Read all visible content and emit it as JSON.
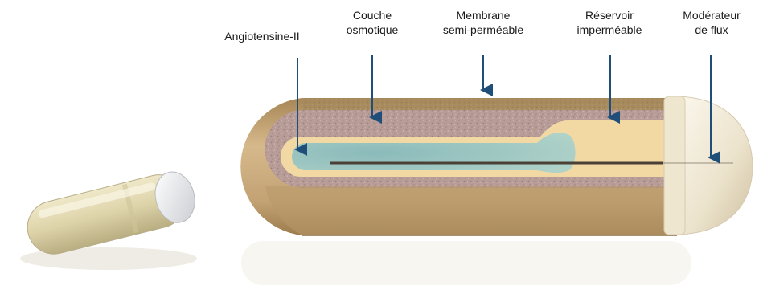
{
  "labels": {
    "angiotensine": "Angiotensine-II",
    "couche": [
      "Couche",
      "osmotique"
    ],
    "membrane": [
      "Membrane",
      "semi-perméable"
    ],
    "reservoir": [
      "Réservoir",
      "imperméable"
    ],
    "moderateur": [
      "Modérateur",
      "de flux"
    ]
  },
  "colors": {
    "arrow": "#1f4e79",
    "capsule_shell": "#c9a97a",
    "osmotic_layer": "#b89a94",
    "reservoir": "#f4dba6",
    "drug": "#8fc4c8",
    "flow_moderator": "#f1ebd8"
  }
}
